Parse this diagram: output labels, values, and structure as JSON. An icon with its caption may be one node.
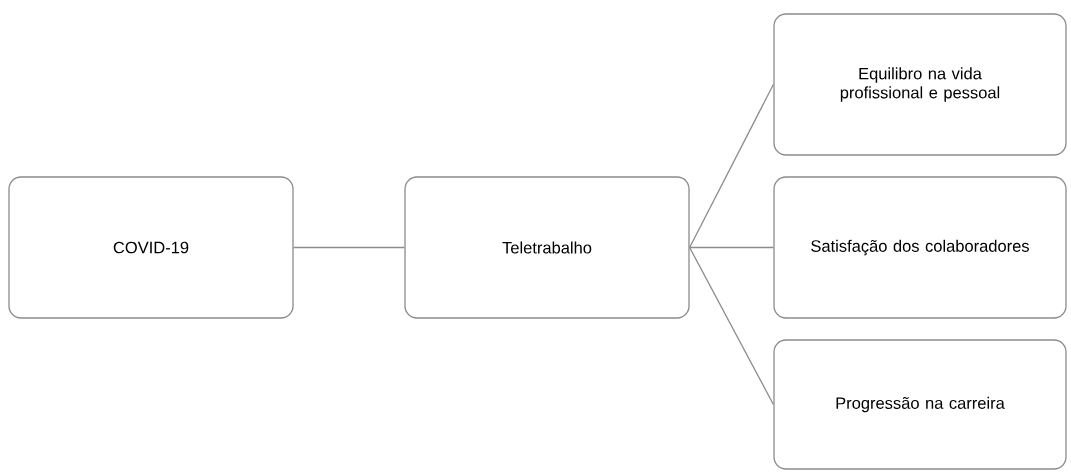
{
  "diagram": {
    "nodes": [
      {
        "text": [
          "COVID-19"
        ]
      },
      {
        "text": [
          "Teletrabalho"
        ]
      },
      {
        "text": [
          "Equilibro na vida profissional e pessoal"
        ]
      },
      {
        "text": [
          "Satisfação dos colaboradores"
        ]
      },
      {
        "text": [
          "Progressão na carreira"
        ]
      }
    ],
    "edges": [
      {
        "from": 0,
        "to": 1,
        "arrow": "none"
      },
      {
        "from": 1,
        "to": 2,
        "arrow": "none"
      },
      {
        "from": 1,
        "to": 3,
        "arrow": "none"
      },
      {
        "from": 1,
        "to": 4,
        "arrow": "none"
      }
    ]
  }
}
